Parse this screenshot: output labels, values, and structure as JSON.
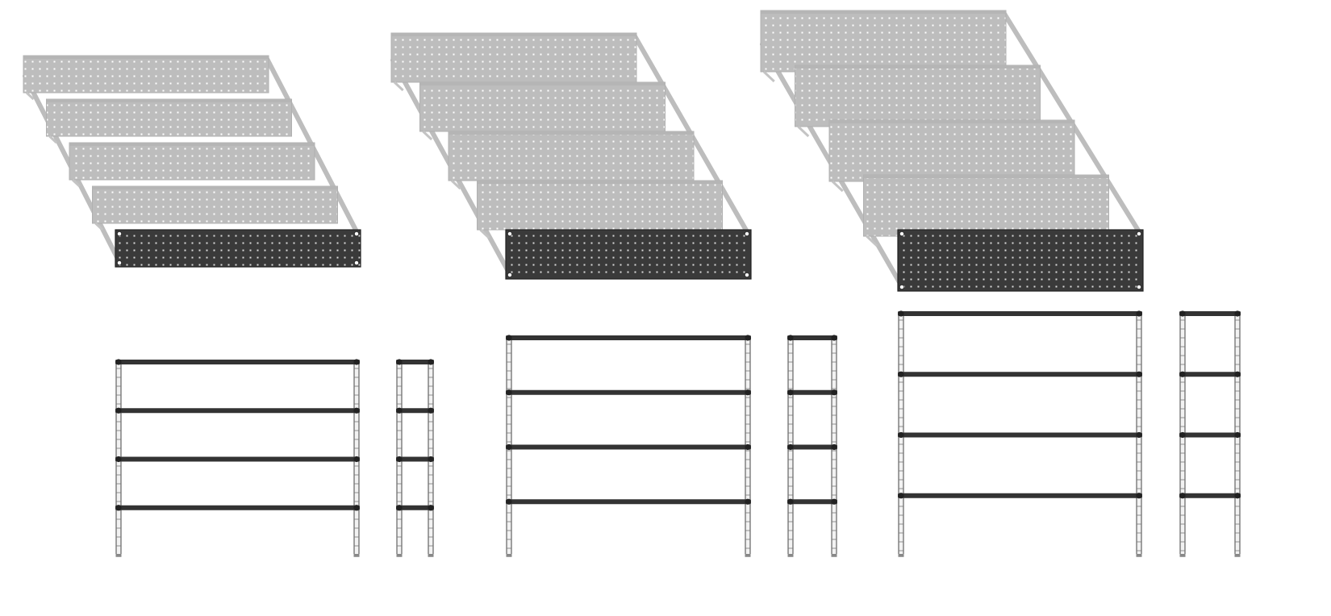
{
  "drawing": {
    "description_free": true,
    "colors": {
      "background": "#ffffff",
      "panel_dark": "#3a3a3a",
      "panel_ghost": "#b9b9b9",
      "hole_dark": "#d9d9d9",
      "hole_ghost": "#ffffff",
      "shelf": "#333333",
      "post_fill": "#f2f2f2",
      "post_stroke": "#444444"
    },
    "variants": [
      {
        "id": "small",
        "ghost_panel_count": 4,
        "shelf_levels": 4
      },
      {
        "id": "medium",
        "ghost_panel_count": 4,
        "shelf_levels": 4
      },
      {
        "id": "large",
        "ghost_panel_count": 4,
        "shelf_levels": 4
      }
    ]
  }
}
